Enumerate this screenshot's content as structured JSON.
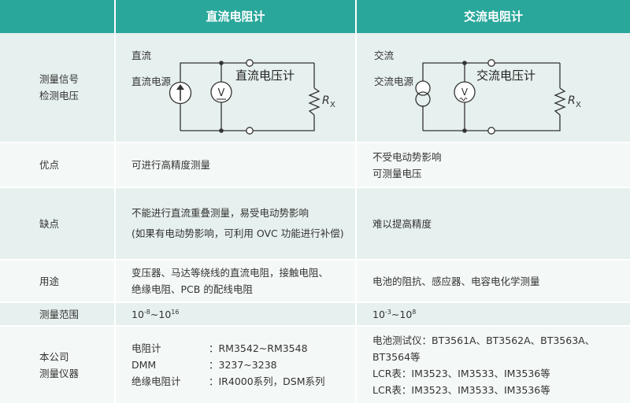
{
  "header": {
    "col1": "",
    "col2": "直流电阻计",
    "col3": "交流电阻计"
  },
  "rows": {
    "signal": {
      "label_line1": "测量信号",
      "label_line2": "检测电压",
      "dc": {
        "type": "直流",
        "source": "直流电源",
        "meter": "直流电压计",
        "rx": "R",
        "rx_sub": "X"
      },
      "ac": {
        "type": "交流",
        "source": "交流电源",
        "meter": "交流电压计",
        "rx": "R",
        "rx_sub": "X"
      }
    },
    "advantage": {
      "label": "优点",
      "dc": "可进行高精度测量",
      "ac_line1": "不受电动势影响",
      "ac_line2": "可测量电压"
    },
    "disadvantage": {
      "label": "缺点",
      "dc_line1": "不能进行直流重叠测量，易受电动势影响",
      "dc_line2": "(如果有电动势影响，可利用 OVC 功能进行补偿)",
      "ac": "难以提高精度"
    },
    "usage": {
      "label": "用途",
      "dc_line1": "变压器、马达等绕线的直流电阻，接触电阻、",
      "dc_line2": "绝缘电阻、PCB 的配线电阻",
      "ac": "电池的阻抗、感应器、电容电化学测量"
    },
    "range": {
      "label": "测量范围",
      "dc_base1": "10",
      "dc_exp1": "-8",
      "dc_sep": "~",
      "dc_base2": "10",
      "dc_exp2": "16",
      "ac_base1": "10",
      "ac_exp1": "-3",
      "ac_sep": "~",
      "ac_base2": "10",
      "ac_exp2": "8"
    },
    "instruments": {
      "label_line1": "本公司",
      "label_line2": "测量仪器",
      "dc": [
        {
          "k": "电阻计",
          "v": "：RM3542~RM3548"
        },
        {
          "k": "DMM",
          "v": "：3237~3238"
        },
        {
          "k": "绝缘电阻计",
          "v": "：IR4000系列，DSM系列"
        }
      ],
      "ac": [
        "电池测试仪：BT3561A、BT3562A、BT3563A、BT3564等",
        "LCR表：IM3523、IM3533、IM3536等",
        "LCR表：IM3523、IM3533、IM3536等"
      ]
    }
  },
  "colors": {
    "header_bg": "#2aa79b",
    "row_bg": "#e6f0ee",
    "line": "#333333"
  },
  "icons": {
    "dc_source": "current-source-arrow-icon",
    "dc_meter": "dc-voltmeter-icon",
    "ac_source": "ac-source-icon",
    "ac_meter": "ac-voltmeter-icon",
    "resistor": "resistor-icon",
    "terminal": "terminal-circle-icon"
  }
}
